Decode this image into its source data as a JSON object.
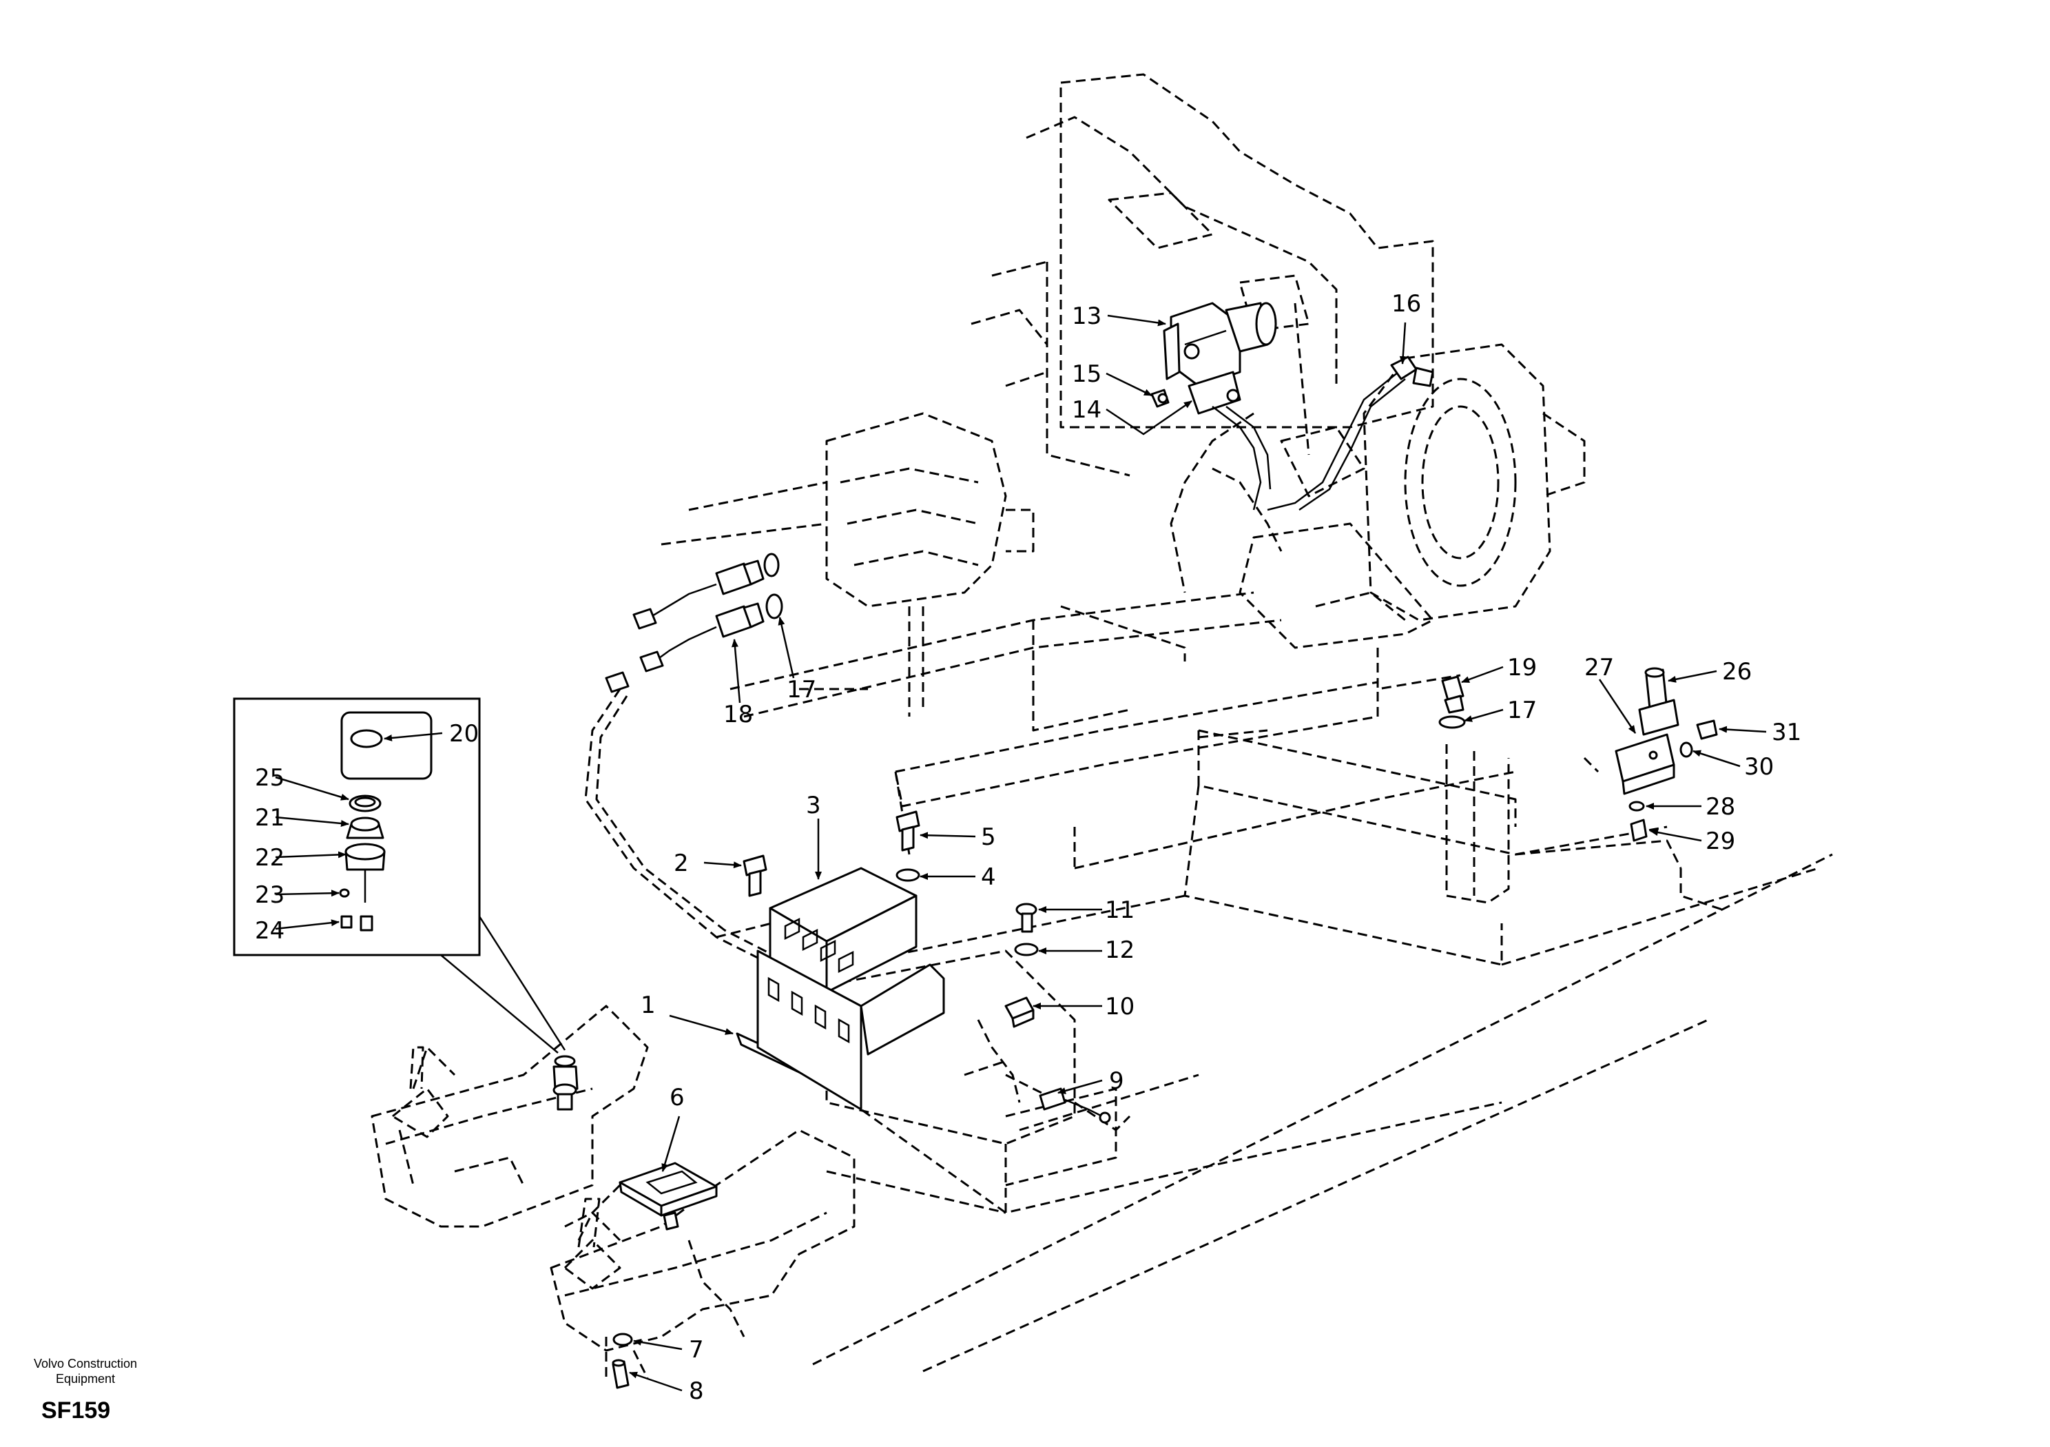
{
  "footer": {
    "brand_line1": "Volvo Construction",
    "brand_line2": "Equipment",
    "code": "SF159"
  },
  "callouts": [
    "1",
    "2",
    "3",
    "4",
    "5",
    "6",
    "7",
    "8",
    "9",
    "10",
    "11",
    "12",
    "13",
    "14",
    "15",
    "16",
    "17",
    "18",
    "19",
    "20",
    "21",
    "22",
    "23",
    "24",
    "25",
    "26",
    "27",
    "28",
    "29",
    "30",
    "31"
  ],
  "duplicate_callout": "17",
  "icons": {
    "arrow": "arrowhead-icon"
  }
}
